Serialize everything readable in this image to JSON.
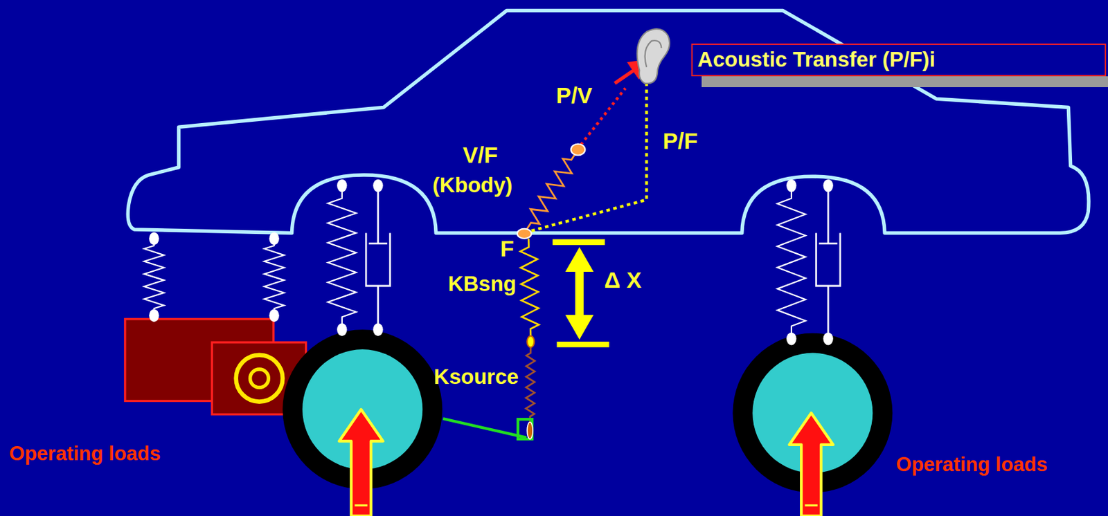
{
  "diagram": {
    "nodes": [
      {
        "text": [
          "Acoustic Transfer (P/F)i"
        ]
      }
    ],
    "labels": [
      "P/V",
      "V/F",
      "(Kbody)",
      "P/F",
      "F",
      "KBsng",
      "Δ X",
      "Ksource",
      "Operating loads",
      "Operating loads"
    ]
  }
}
